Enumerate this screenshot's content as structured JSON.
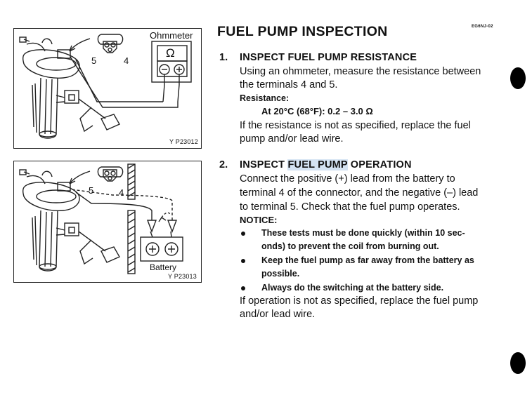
{
  "page": {
    "doc_code": "EG6NJ-02",
    "title": "FUEL PUMP INSPECTION"
  },
  "figure1": {
    "ohmmeter_label": "Ohmmeter",
    "ohm_symbol": "Ω",
    "terminal_5": "5",
    "terminal_4": "4",
    "code": "Y P23012"
  },
  "figure2": {
    "terminal_5": "5",
    "terminal_4": "4",
    "battery_label": "Battery",
    "code": "Y P23013"
  },
  "section1": {
    "number": "1.",
    "title": "INSPECT FUEL PUMP RESISTANCE",
    "body": [
      "Using an ohmmeter, measure the resistance between",
      "the terminals 4 and 5."
    ],
    "resistance_label": "Resistance:",
    "resistance_value": "At 20°C (68°F): 0.2 – 3.0 Ω",
    "footer": [
      "If the resistance is not as specified, replace the fuel",
      "pump and/or lead wire."
    ]
  },
  "section2": {
    "number": "2.",
    "title_pre": "INSPECT",
    "title_hl": "FUEL PUMP",
    "title_post": "OPERATION",
    "body": [
      "Connect the positive (+) lead from the battery to",
      "terminal 4 of the connector, and the negative (–) lead",
      "to terminal 5. Check that the fuel pump operates."
    ],
    "notice_label": "NOTICE:",
    "notices": [
      [
        "These tests must be done quickly (within 10 sec-",
        "onds) to prevent the coil from burning out."
      ],
      [
        "Keep the fuel pump as far away from the battery as",
        "possible."
      ],
      [
        "Always do the switching at the battery side."
      ]
    ],
    "footer": [
      "If operation is not as specified, replace the fuel pump",
      "and/or lead wire."
    ]
  }
}
